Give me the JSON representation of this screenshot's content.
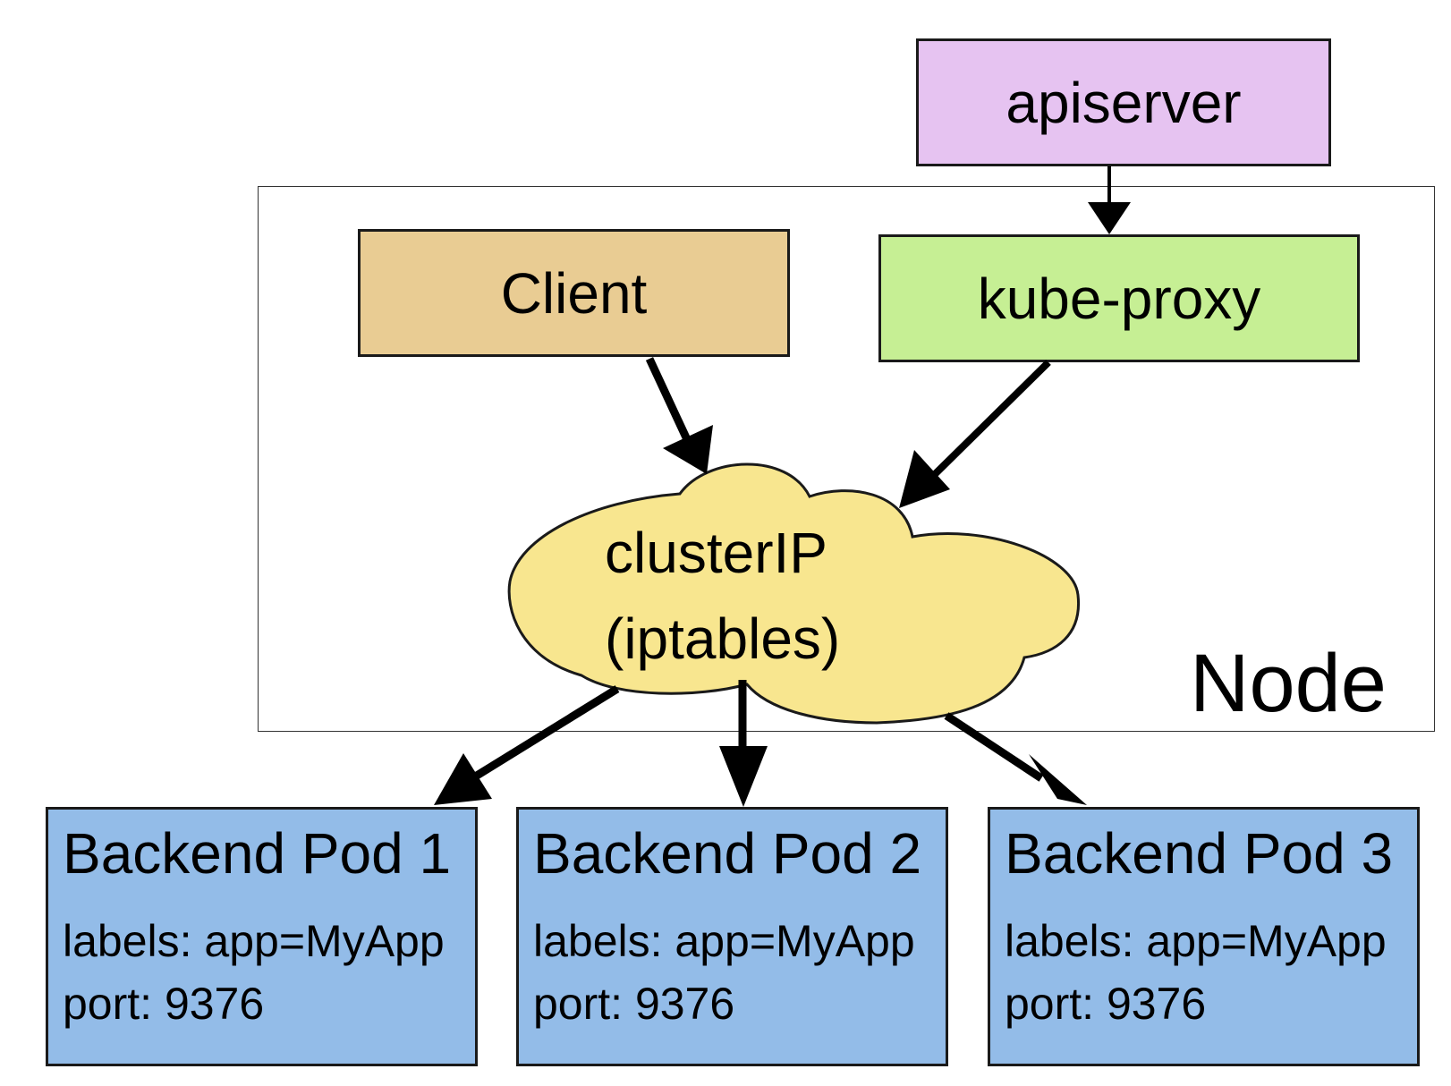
{
  "nodes": {
    "apiserver": "apiserver",
    "client": "Client",
    "kube_proxy": "kube-proxy",
    "cluster_ip_line1": "clusterIP",
    "cluster_ip_line2": "(iptables)",
    "node_frame_label": "Node"
  },
  "pods": [
    {
      "title": "Backend Pod 1",
      "labels": "labels: app=MyApp",
      "port": "port: 9376"
    },
    {
      "title": "Backend Pod 2",
      "labels": "labels: app=MyApp",
      "port": "port: 9376"
    },
    {
      "title": "Backend Pod 3",
      "labels": "labels: app=MyApp",
      "port": "port: 9376"
    }
  ],
  "edges": [
    {
      "from": "apiserver",
      "to": "kube-proxy"
    },
    {
      "from": "Client",
      "to": "clusterIP"
    },
    {
      "from": "kube-proxy",
      "to": "clusterIP"
    },
    {
      "from": "clusterIP",
      "to": "Backend Pod 1"
    },
    {
      "from": "clusterIP",
      "to": "Backend Pod 2"
    },
    {
      "from": "clusterIP",
      "to": "Backend Pod 3"
    }
  ],
  "colors": {
    "apiserver_fill": "#e6c3f1",
    "client_fill": "#e9cc93",
    "kube_proxy_fill": "#c6ef94",
    "cloud_fill": "#f8e68f",
    "pod_fill": "#93bce8",
    "stroke": "#000000"
  }
}
